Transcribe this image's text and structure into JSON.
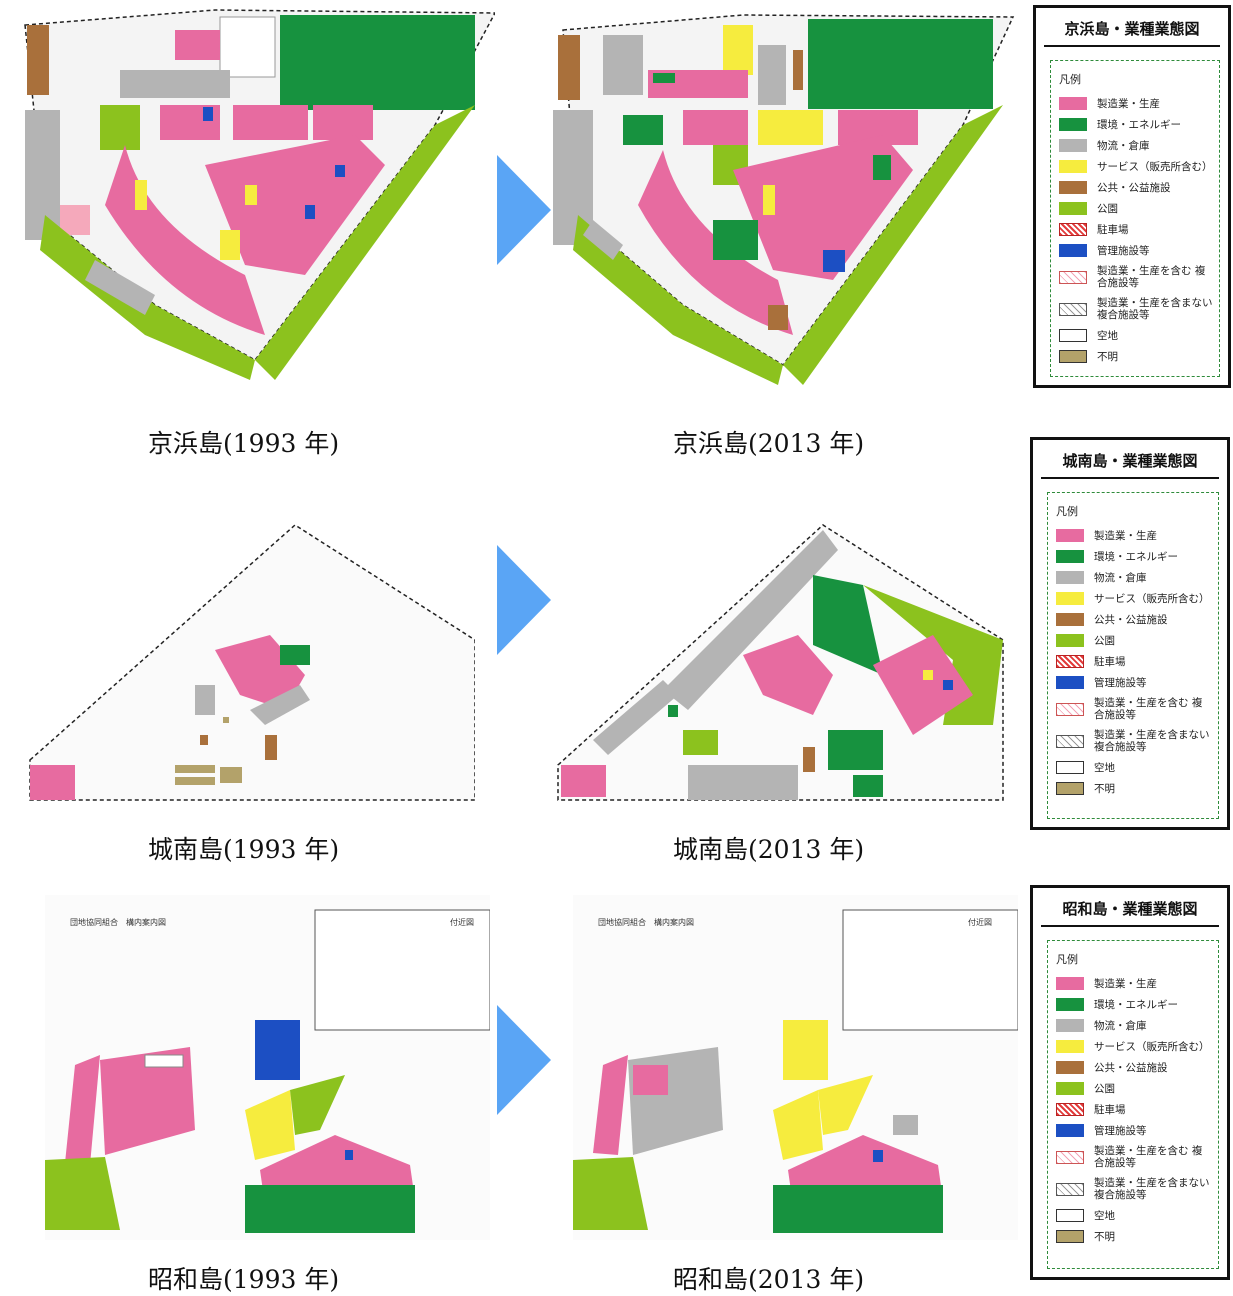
{
  "captions": {
    "keihin_1993": "京浜島(1993 年)",
    "keihin_2013": "京浜島(2013 年)",
    "jonan_1993": "城南島(1993 年)",
    "jonan_2013": "城南島(2013 年)",
    "showa_1993": "昭和島(1993 年)",
    "showa_2013": "昭和島(2013 年)"
  },
  "legend_keihin": {
    "title": "京浜島・業種業態図",
    "head": "凡例",
    "items": [
      {
        "label": "製造業・生産",
        "color": "#e76ba0"
      },
      {
        "label": "環境・エネルギー",
        "color": "#17923f"
      },
      {
        "label": "物流・倉庫",
        "color": "#b4b4b4"
      },
      {
        "label": "サービス（販売所含む）",
        "color": "#f6ec3e"
      },
      {
        "label": "公共・公益施設",
        "color": "#a9703b"
      },
      {
        "label": "公園",
        "color": "#8cc21e"
      },
      {
        "label": "駐車場",
        "color": "hatch-red"
      },
      {
        "label": "管理施設等",
        "color": "#1c4fc3"
      },
      {
        "label": "製造業・生産を含む 複合施設等",
        "color": "hatch-pink"
      },
      {
        "label": "製造業・生産を含まない 複合施設等",
        "color": "hatch-gray"
      },
      {
        "label": "空地",
        "color": "empty"
      },
      {
        "label": "不明",
        "color": "#b3a26a"
      }
    ]
  },
  "legend_jonan": {
    "title": "城南島・業種業態図",
    "head": "凡例",
    "items": [
      {
        "label": "製造業・生産"
      },
      {
        "label": "環境・エネルギー"
      },
      {
        "label": "物流・倉庫"
      },
      {
        "label": "サービス（販売所含む）"
      },
      {
        "label": "公共・公益施設"
      },
      {
        "label": "公園"
      },
      {
        "label": "駐車場"
      },
      {
        "label": "管理施設等"
      },
      {
        "label": "製造業・生産を含む 複合施設等"
      },
      {
        "label": "製造業・生産を含まない 複合施設等"
      },
      {
        "label": "空地"
      },
      {
        "label": "不明"
      }
    ]
  },
  "legend_showa": {
    "title": "昭和島・業種業態図",
    "head": "凡例",
    "items": [
      {
        "label": "製造業・生産"
      },
      {
        "label": "環境・エネルギー"
      },
      {
        "label": "物流・倉庫"
      },
      {
        "label": "サービス（販売所含む）"
      },
      {
        "label": "公共・公益施設"
      },
      {
        "label": "公園"
      },
      {
        "label": "駐車場"
      },
      {
        "label": "管理施設等"
      },
      {
        "label": "製造業・生産を含む 複合施設等"
      },
      {
        "label": "製造業・生産を含まない 複合施設等"
      },
      {
        "label": "空地"
      },
      {
        "label": "不明"
      }
    ]
  },
  "showa_map_text": {
    "header_left": "団地協同組合　構内案内図",
    "header_right": "付近図"
  },
  "arrow_color": "#5aa5f5"
}
